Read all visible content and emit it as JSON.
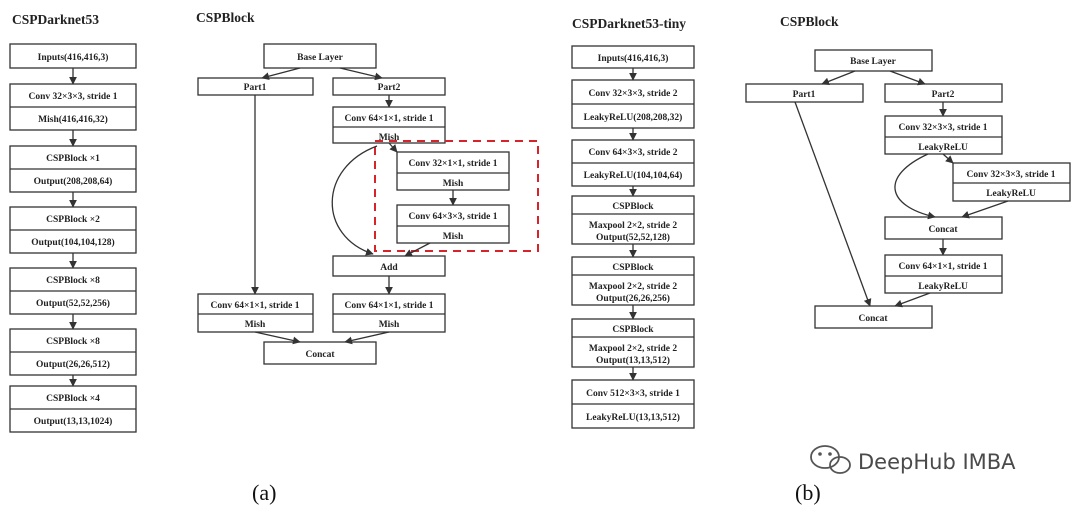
{
  "titles": {
    "a_left": "CSPDarknet53",
    "a_right": "CSPBlock",
    "b_left": "CSPDarknet53-tiny",
    "b_right": "CSPBlock"
  },
  "captions": {
    "a": "(a)",
    "b": "(b)"
  },
  "watermark": "DeepHub IMBA",
  "csp_darknet53": [
    [
      "Inputs(416,416,3)"
    ],
    [
      "Conv 32×3×3, stride 1",
      "Mish(416,416,32)"
    ],
    [
      "CSPBlock ×1",
      "Output(208,208,64)"
    ],
    [
      "CSPBlock ×2",
      "Output(104,104,128)"
    ],
    [
      "CSPBlock ×8",
      "Output(52,52,256)"
    ],
    [
      "CSPBlock ×8",
      "Output(26,26,512)"
    ],
    [
      "CSPBlock ×4",
      "Output(13,13,1024)"
    ]
  ],
  "csp_block_a": {
    "base": "Base Layer",
    "part1": "Part1",
    "part2": "Part2",
    "conv1": "Conv 64×1×1, stride 1",
    "mish1": "Mish",
    "res_conv1": "Conv 32×1×1, stride 1",
    "res_mish1": "Mish",
    "res_conv2": "Conv 64×3×3, stride 1",
    "res_mish2": "Mish",
    "add": "Add",
    "left_conv": "Conv 64×1×1, stride 1",
    "left_mish": "Mish",
    "right_conv": "Conv 64×1×1, stride 1",
    "right_mish": "Mish",
    "concat": "Concat"
  },
  "csp_darknet53_tiny": [
    [
      "Inputs(416,416,3)"
    ],
    [
      "Conv 32×3×3, stride 2",
      "LeakyReLU(208,208,32)"
    ],
    [
      "Conv 64×3×3, stride 2",
      "LeakyReLU(104,104,64)"
    ],
    [
      "CSPBlock",
      "Maxpool 2×2, stride 2",
      "Output(52,52,128)"
    ],
    [
      "CSPBlock",
      "Maxpool 2×2, stride 2",
      "Output(26,26,256)"
    ],
    [
      "CSPBlock",
      "Maxpool 2×2, stride 2",
      "Output(13,13,512)"
    ],
    [
      "Conv 512×3×3, stride 1",
      "LeakyReLU(13,13,512)"
    ]
  ],
  "csp_block_b": {
    "base": "Base Layer",
    "part1": "Part1",
    "part2": "Part2",
    "conv1": "Conv 32×3×3, stride 1",
    "leaky1": "LeakyReLU",
    "conv2": "Conv 32×3×3, stride 1",
    "leaky2": "LeakyReLU",
    "concat1": "Concat",
    "conv3": "Conv 64×1×1, stride 1",
    "leaky3": "LeakyReLU",
    "concat2": "Concat"
  }
}
